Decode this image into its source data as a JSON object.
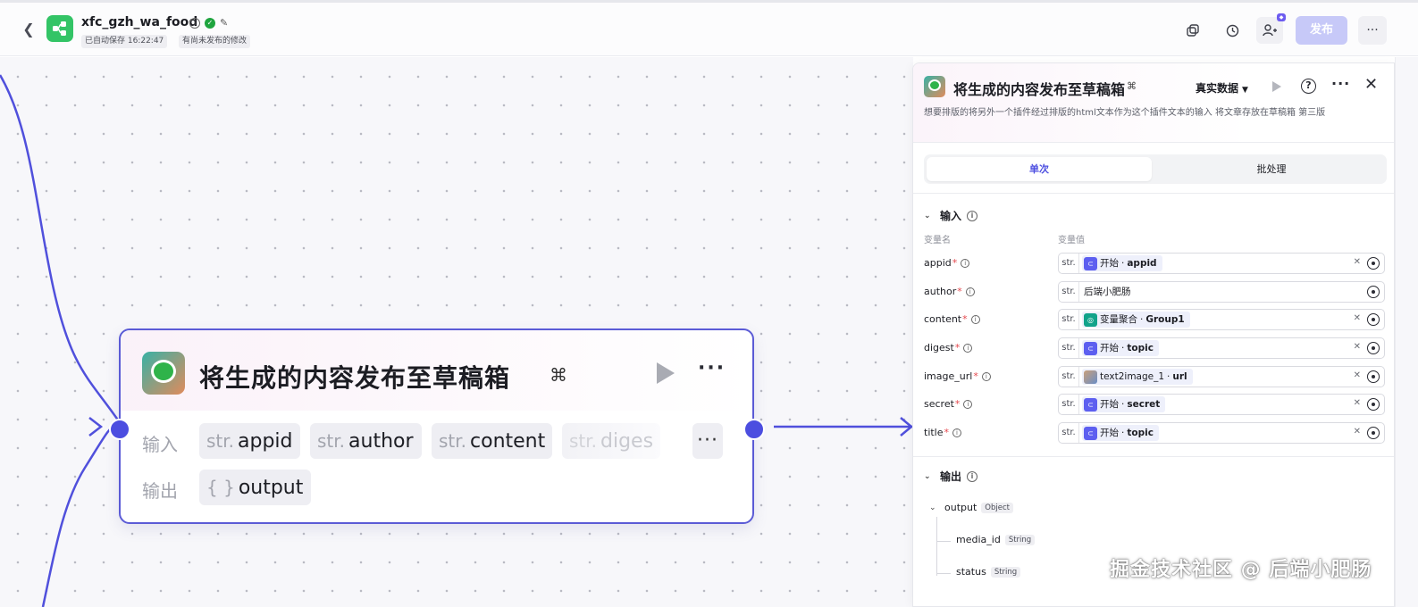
{
  "app": {
    "name": "xfc_gzh_wa_food",
    "autosave_text": "已自动保存 16:22:47",
    "unpublished_text": "有尚未发布的修改"
  },
  "toolbar": {
    "publish_label": "发布",
    "more_label": "···"
  },
  "node": {
    "title": "将生成的内容发布至草稿箱",
    "input_label": "输入",
    "output_label": "输出",
    "more_label": "···",
    "inputs": [
      {
        "type": "str.",
        "name": "appid"
      },
      {
        "type": "str.",
        "name": "author"
      },
      {
        "type": "str.",
        "name": "content"
      },
      {
        "type": "str.",
        "name": "diges"
      }
    ],
    "inputs_more": "···",
    "output": {
      "type": "{ }",
      "name": "output"
    }
  },
  "panel": {
    "title": "将生成的内容发布至草稿箱",
    "data_mode": "真实数据",
    "description": "想要排版的将另外一个插件经过排版的html文本作为这个插件文本的输入 将文章存放在草稿箱 第三版",
    "tabs": {
      "single": "单次",
      "batch": "批处理"
    },
    "input_section": "输入",
    "col_name": "变量名",
    "col_value": "变量值",
    "params": [
      {
        "name": "appid",
        "type": "str.",
        "source": "开始",
        "sep": " · ",
        "value": "appid",
        "clearable": true
      },
      {
        "name": "author",
        "type": "str.",
        "source": "",
        "sep": "",
        "value": "后端小肥肠",
        "clearable": false
      },
      {
        "name": "content",
        "type": "str.",
        "source": "变量聚合",
        "sep": " · ",
        "value": "Group1",
        "clearable": true
      },
      {
        "name": "digest",
        "type": "str.",
        "source": "开始",
        "sep": " · ",
        "value": "topic",
        "clearable": true
      },
      {
        "name": "image_url",
        "type": "str.",
        "source": "text2image_1",
        "sep": " · ",
        "value": "url",
        "clearable": true
      },
      {
        "name": "secret",
        "type": "str.",
        "source": "开始",
        "sep": " · ",
        "value": "secret",
        "clearable": true
      },
      {
        "name": "title",
        "type": "str.",
        "source": "开始",
        "sep": " · ",
        "value": "topic",
        "clearable": true
      }
    ],
    "output_section": "输出",
    "outputs": {
      "root": {
        "name": "output",
        "type": "Object"
      },
      "children": [
        {
          "name": "media_id",
          "type": "String"
        },
        {
          "name": "status",
          "type": "String"
        }
      ]
    }
  },
  "watermark": "掘金技术社区 @ 后端小肥肠",
  "colors": {
    "accent": "#4c4ee0",
    "node_border": "#5b5bd6",
    "edge": "#5050dc",
    "publish_disabled": "#c7c9f8",
    "required": "#e5484d"
  }
}
